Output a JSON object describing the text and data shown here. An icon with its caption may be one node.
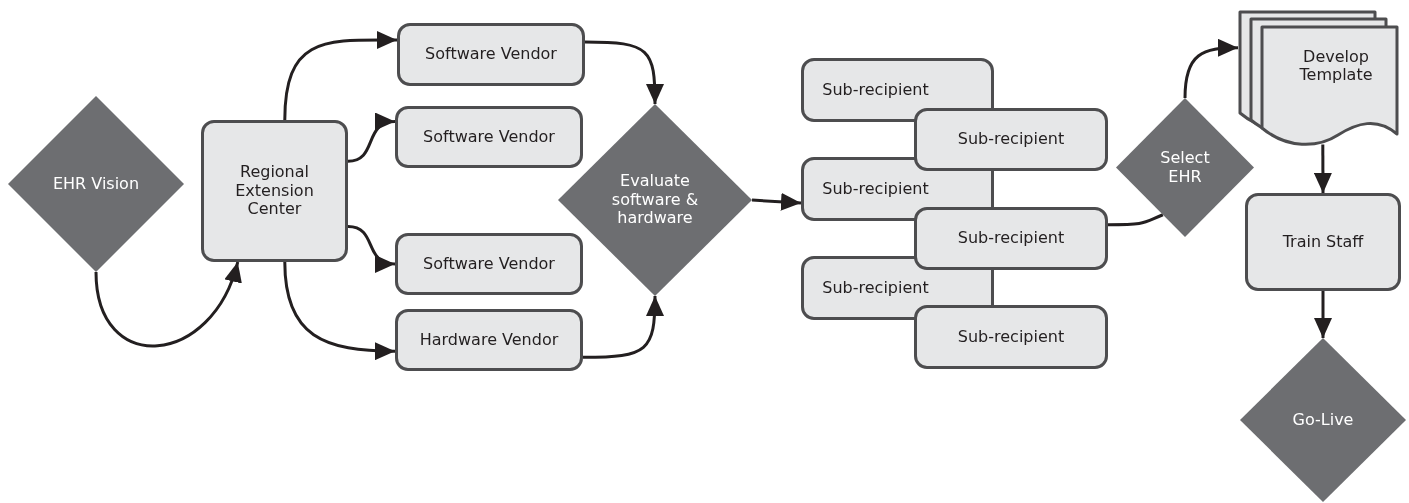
{
  "diagram": {
    "nodes": [
      {
        "text": [
          "EHR Vision"
        ]
      },
      {
        "text": [
          "Regional Extension Center"
        ]
      },
      {
        "text": [
          "Software Vendor"
        ]
      },
      {
        "text": [
          "Software Vendor"
        ]
      },
      {
        "text": [
          "Software Vendor"
        ]
      },
      {
        "text": [
          "Hardware Vendor"
        ]
      },
      {
        "text": [
          "Evaluate software & hardware"
        ]
      },
      {
        "text": [
          "Sub-recipient"
        ]
      },
      {
        "text": [
          "Sub-recipient"
        ]
      },
      {
        "text": [
          "Sub-recipient"
        ]
      },
      {
        "text": [
          "Sub-recipient"
        ]
      },
      {
        "text": [
          "Sub-recipient"
        ]
      },
      {
        "text": [
          "Sub-recipient"
        ]
      },
      {
        "text": [
          "Select EHR"
        ]
      },
      {
        "text": [
          "Develop Template"
        ]
      },
      {
        "text": [
          "Train Staff"
        ]
      },
      {
        "text": [
          "Go-Live"
        ]
      }
    ],
    "edges": [
      {
        "from": 0,
        "to": 1,
        "arrow": "to"
      },
      {
        "from": 1,
        "to": 2,
        "arrow": "to"
      },
      {
        "from": 1,
        "to": 3,
        "arrow": "to"
      },
      {
        "from": 1,
        "to": 4,
        "arrow": "to"
      },
      {
        "from": 1,
        "to": 5,
        "arrow": "to"
      },
      {
        "from": 2,
        "to": 6,
        "arrow": "to"
      },
      {
        "from": 5,
        "to": 6,
        "arrow": "to"
      },
      {
        "from": 6,
        "to": 9,
        "arrow": "to"
      },
      {
        "from": 10,
        "to": 13,
        "arrow": "none"
      },
      {
        "from": 13,
        "to": 14,
        "arrow": "to"
      },
      {
        "from": 14,
        "to": 15,
        "arrow": "to"
      },
      {
        "from": 15,
        "to": 16,
        "arrow": "to"
      }
    ]
  }
}
